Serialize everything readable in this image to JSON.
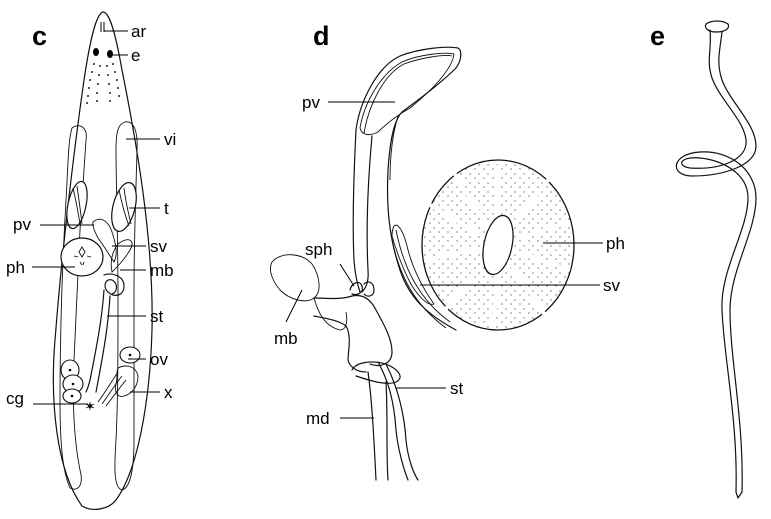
{
  "panels": [
    {
      "letter": "c",
      "labels": [
        "ar",
        "e",
        "vi",
        "t",
        "pv",
        "sv",
        "ph",
        "mb",
        "st",
        "ov",
        "cg",
        "x"
      ]
    },
    {
      "letter": "d",
      "labels": [
        "pv",
        "ph",
        "sph",
        "sv",
        "mb",
        "st",
        "md"
      ]
    },
    {
      "letter": "e",
      "labels": []
    }
  ],
  "colors": {
    "ink": "#111111",
    "background": "#ffffff"
  }
}
